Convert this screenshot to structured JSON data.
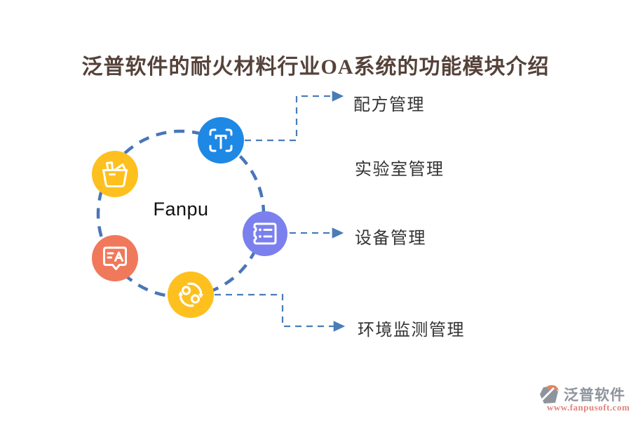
{
  "title": "泛普软件的耐火材料行业OA系统的功能模块介绍",
  "title_color": "#55423a",
  "diagram": {
    "center_label": "Fanpu",
    "ring_color": "#4a76b8",
    "connector_color": "#4a7cb8",
    "nodes": [
      {
        "name": "basket-icon",
        "color": "#fdc01f"
      },
      {
        "name": "text-scan-icon",
        "color": "#1e88e5"
      },
      {
        "name": "ticket-list-icon",
        "color": "#7b80ee"
      },
      {
        "name": "chat-translate-icon",
        "color": "#f0795c"
      },
      {
        "name": "sync-icon",
        "color": "#fdc01f"
      }
    ]
  },
  "modules": [
    {
      "label": "配方管理"
    },
    {
      "label": "实验室管理"
    },
    {
      "label": "设备管理"
    },
    {
      "label": "环境监测管理"
    }
  ],
  "footer": {
    "brand": "泛普软件",
    "url": "www.fanpusoft.com",
    "brand_color": "#8e939c",
    "url_color": "#e0857c"
  }
}
